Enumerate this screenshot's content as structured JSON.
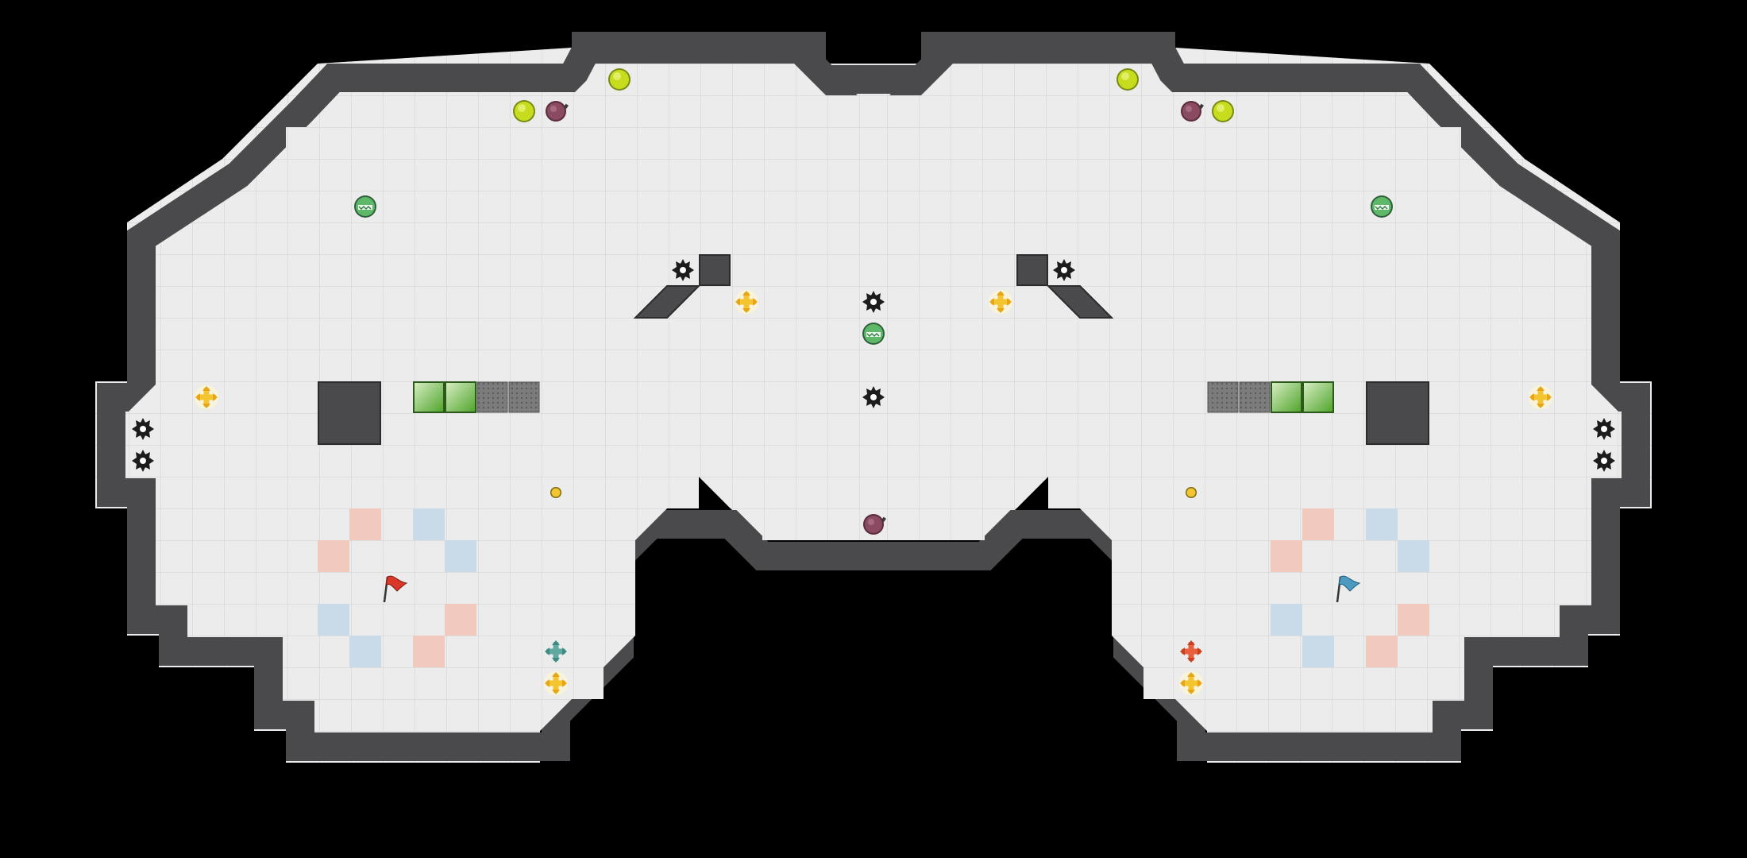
{
  "game": {
    "mode": "capture-the-flag",
    "teams": [
      "red",
      "blue"
    ]
  },
  "colors": {
    "background": "#000000",
    "wall": "#4a4a4d",
    "wall_edge": "#2c2c2e",
    "floor": "#ececec",
    "floor_grid": "#d8d8d8",
    "red_tile": "#f1c9bd",
    "blue_tile": "#c9dbe8",
    "bomb": "#88495f",
    "powerup": "#c8dc1e",
    "booster": "#f5c431",
    "red_booster": "#e8603d",
    "blue_booster": "#5fa9a0",
    "gate": "#63bb3a",
    "portal": "#6a6a6a",
    "spike": "#1c1c1c",
    "red_flag": "#d8372a",
    "blue_flag": "#4d9ac0"
  },
  "objects": {
    "red_flag": {
      "icon": "red-flag-icon",
      "team": "red"
    },
    "blue_flag": {
      "icon": "blue-flag-icon",
      "team": "blue"
    }
  }
}
